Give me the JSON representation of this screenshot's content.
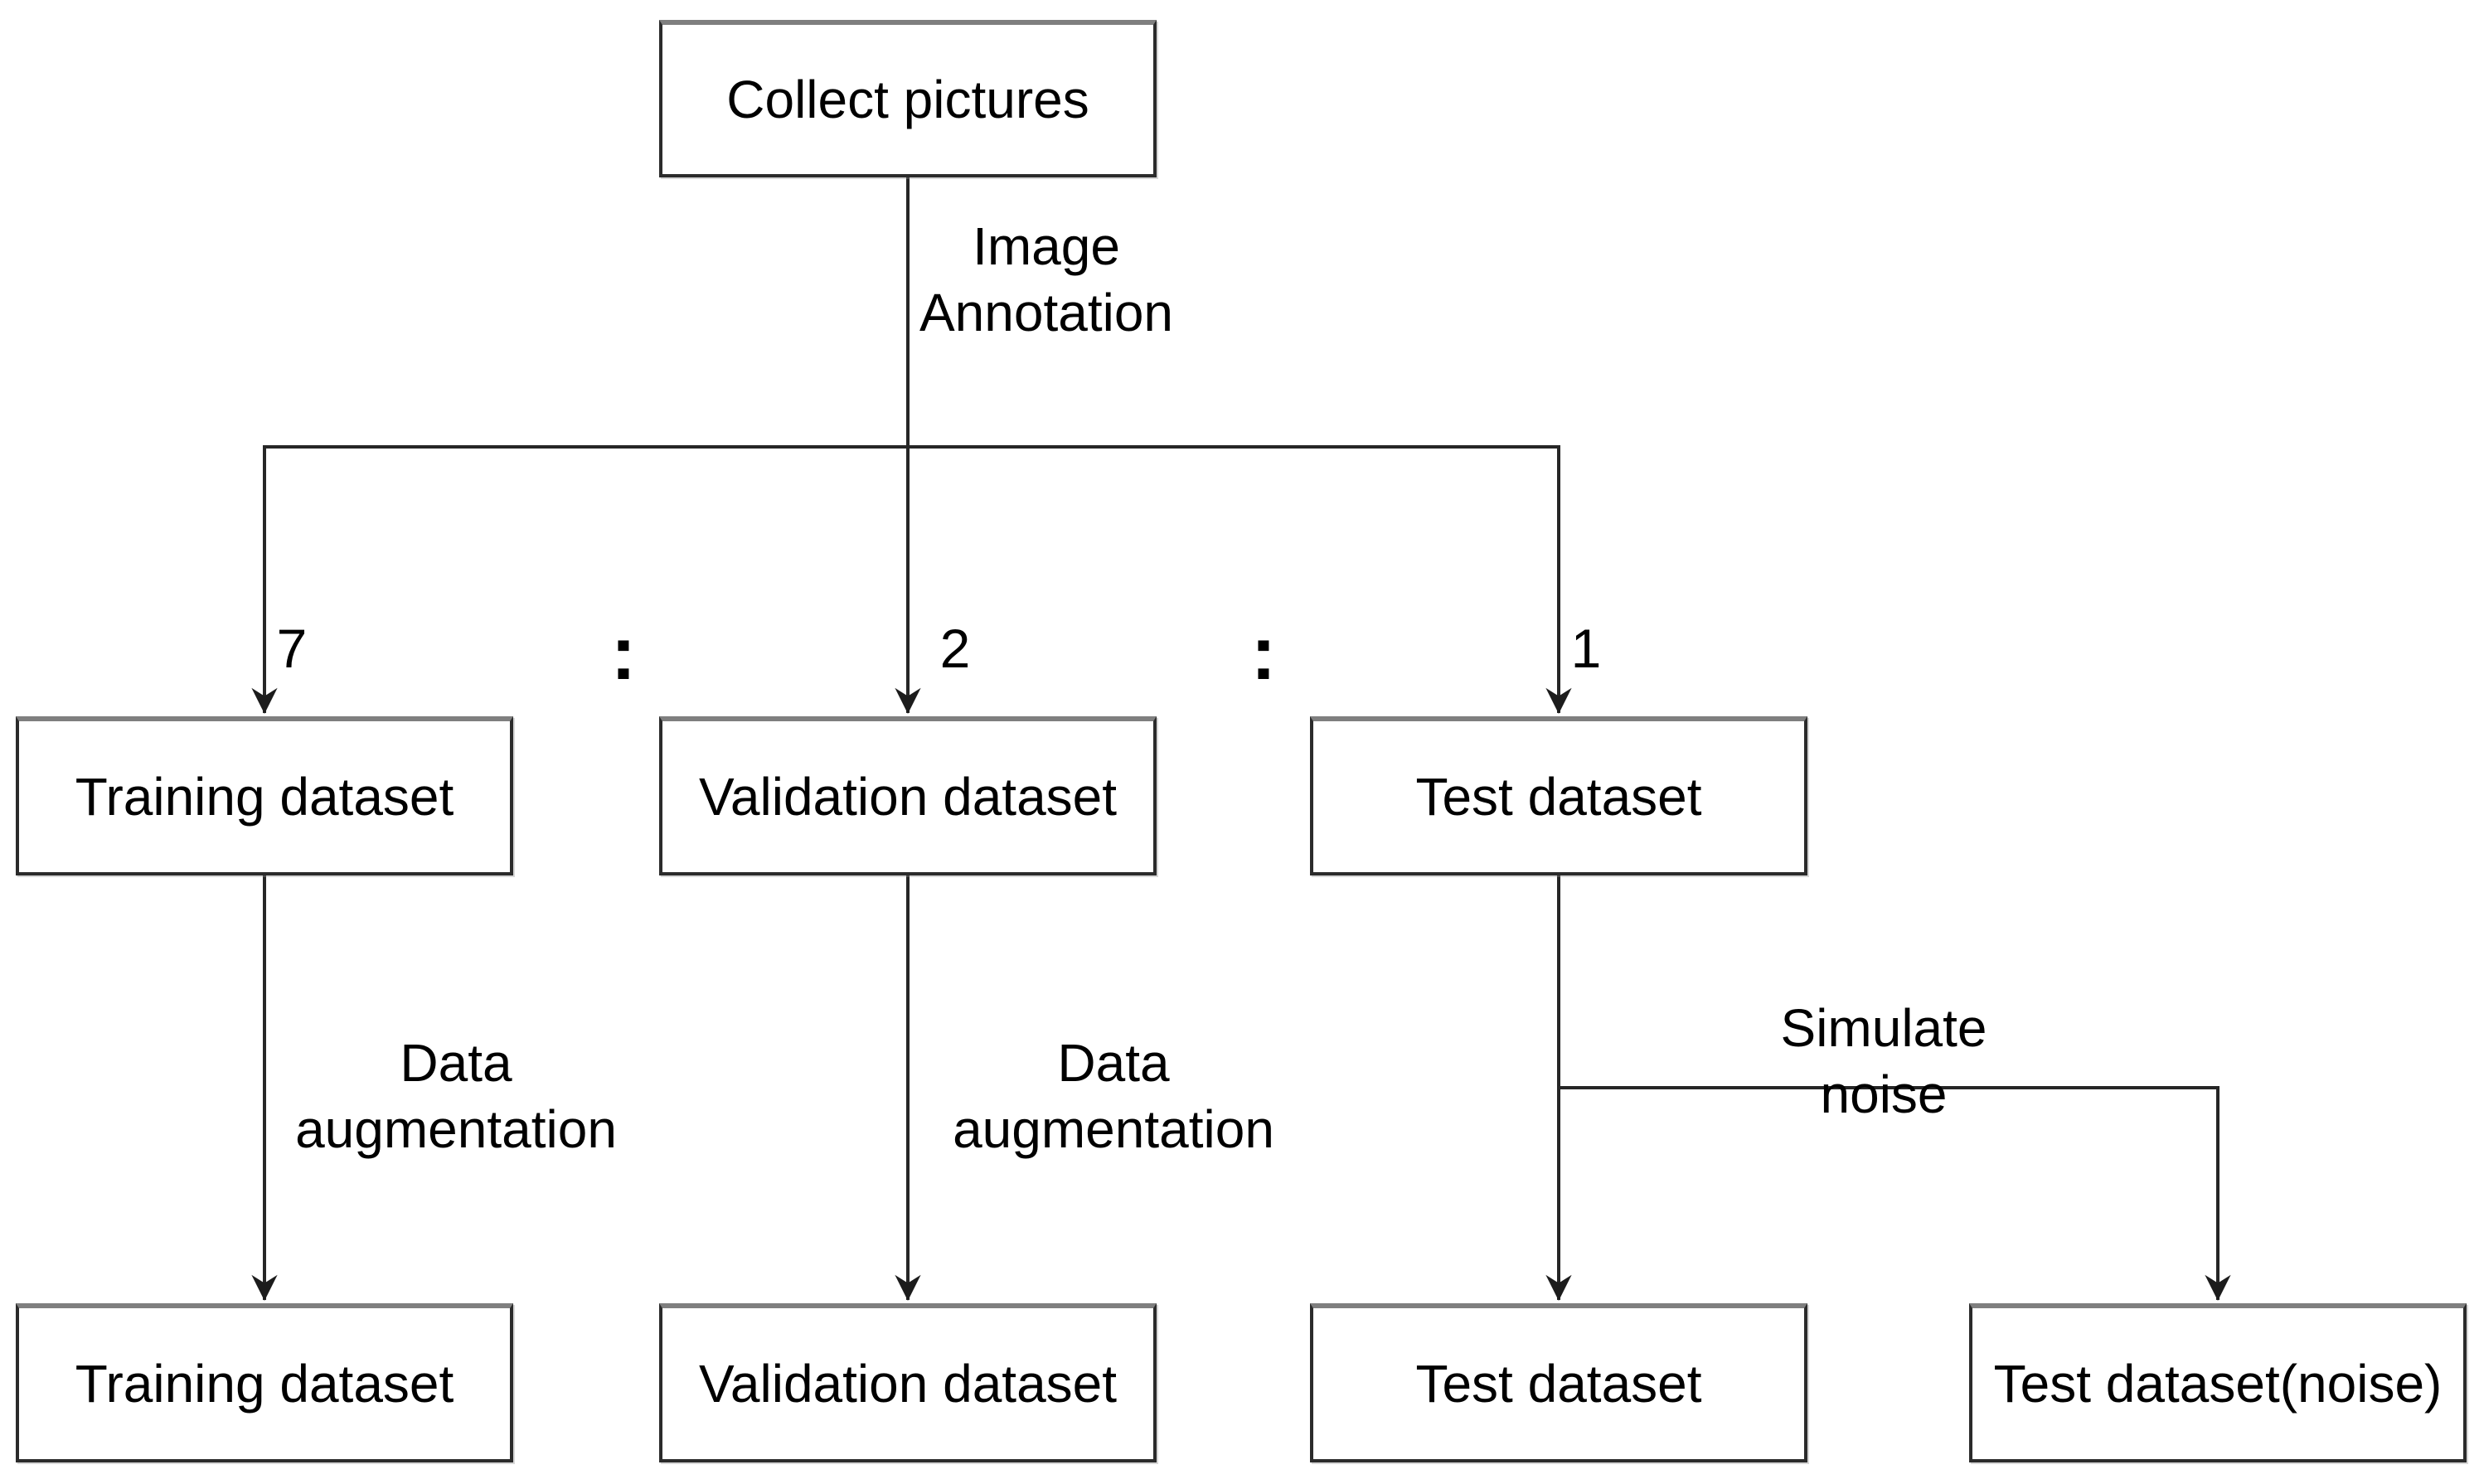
{
  "diagram": {
    "nodes": {
      "collect": "Collect pictures",
      "training_mid": "Training dataset",
      "validation_mid": "Validation dataset",
      "test_mid": "Test dataset",
      "training_out": "Training dataset",
      "validation_out": "Validation dataset",
      "test_out": "Test dataset",
      "test_noise_out": "Test dataset(noise)"
    },
    "edge_labels": {
      "image_annotation": "Image\nAnnotation",
      "data_augmentation_training": "Data\naugmentation",
      "data_augmentation_validation": "Data\naugmentation",
      "simulate_noise": "Simulate\nnoise"
    },
    "split_ratio": {
      "training": "7",
      "separator_1": ":",
      "validation": "2",
      "separator_2": ":",
      "test": "1"
    },
    "colors": {
      "background": "#ffffff",
      "line": "#262626",
      "text": "#000000",
      "box_border": "#2b2b2b",
      "box_top_edge": "#7f7f7f"
    }
  }
}
